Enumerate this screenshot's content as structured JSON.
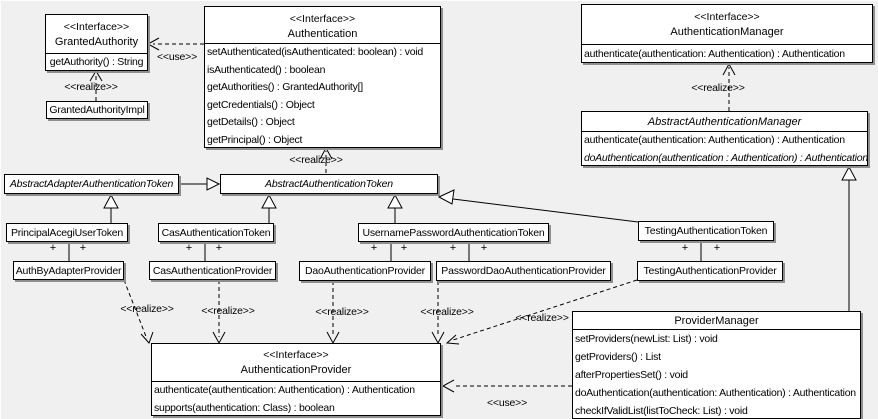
{
  "diagram_title": "Acegi / Spring Security authentication UML class diagram",
  "labels": {
    "use": "<<use>>",
    "realize": "<<realize>>",
    "plus": "+",
    "interface_stereotype": "<<Interface>>"
  },
  "colors": {
    "background": "#f0f0f0",
    "box_fill": "#ffffff",
    "line": "#000000",
    "shadow": "#8f8f8f"
  },
  "classes": {
    "granted_authority": {
      "stereotype": "<<Interface>>",
      "name": "GrantedAuthority",
      "methods": [
        "getAuthority() : String"
      ]
    },
    "granted_authority_impl": {
      "name": "GrantedAuthorityImpl"
    },
    "authentication": {
      "stereotype": "<<Interface>>",
      "name": "Authentication",
      "methods": [
        "setAuthenticated(isAuthenticated: boolean) : void",
        "isAuthenticated() : boolean",
        "getAuthorities() : GrantedAuthority[]",
        "getCredentials() : Object",
        "getDetails() : Object",
        "getPrincipal() : Object"
      ]
    },
    "authentication_manager": {
      "stereotype": "<<Interface>>",
      "name": "AuthenticationManager",
      "methods": [
        "authenticate(authentication: Authentication) : Authentication"
      ]
    },
    "abstract_authentication_manager": {
      "name": "AbstractAuthenticationManager",
      "abstract": true,
      "methods": [
        "authenticate(authentication: Authentication) : Authentication",
        "doAuthentication(authentication : Authentication) : Authentication"
      ]
    },
    "abstract_adapter_authentication_token": {
      "name": "AbstractAdapterAuthenticationToken",
      "abstract": true
    },
    "abstract_authentication_token": {
      "name": "AbstractAuthenticationToken",
      "abstract": true
    },
    "principal_acegi_user_token": {
      "name": "PrincipalAcegiUserToken"
    },
    "cas_authentication_token": {
      "name": "CasAuthenticationToken"
    },
    "username_password_authentication_token": {
      "name": "UsernamePasswordAuthenticationToken"
    },
    "testing_authentication_token": {
      "name": "TestingAuthenticationToken"
    },
    "auth_by_adapter_provider": {
      "name": "AuthByAdapterProvider"
    },
    "cas_authentication_provider": {
      "name": "CasAuthenticationProvider"
    },
    "dao_authentication_provider": {
      "name": "DaoAuthenticationProvider"
    },
    "password_dao_authentication_provider": {
      "name": "PasswordDaoAuthenticationProvider"
    },
    "testing_authentication_provider": {
      "name": "TestingAuthenticationProvider"
    },
    "authentication_provider": {
      "stereotype": "<<Interface>>",
      "name": "AuthenticationProvider",
      "methods": [
        "authenticate(authentication: Authentication) : Authentication",
        "supports(authentication: Class) : boolean"
      ]
    },
    "provider_manager": {
      "name": "ProviderManager",
      "methods": [
        "setProviders(newList: List) : void",
        "getProviders() : List",
        "afterPropertiesSet() : void",
        "doAuthentication(authentication: Authentication) : Authentication",
        "checkIfValidList(listToCheck: List) : void"
      ]
    }
  }
}
